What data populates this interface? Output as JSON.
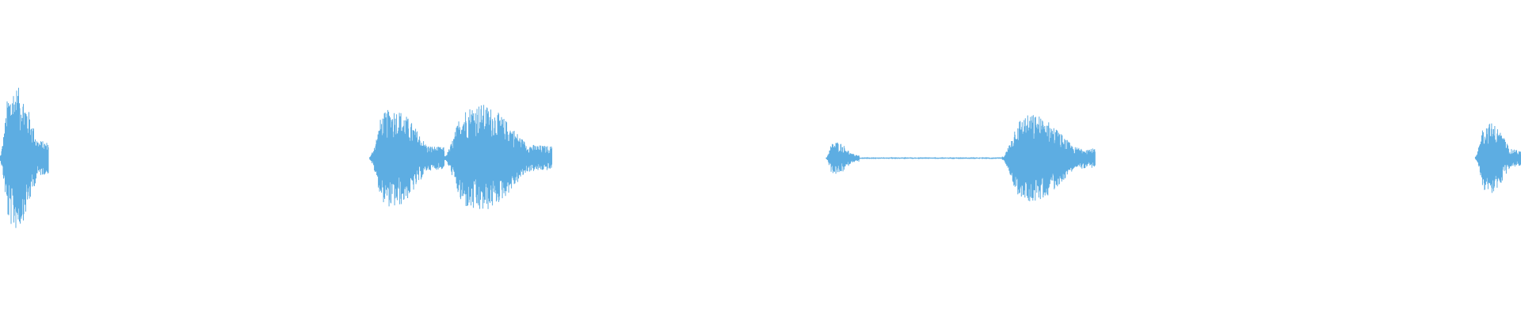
{
  "waveform": {
    "color": "#5dade2",
    "background": "#ffffff",
    "time_range_seconds": [
      0,
      100
    ],
    "amplitude_range": [
      -1,
      1
    ],
    "segments": [
      {
        "start": 0.0,
        "end": 3.2,
        "peak": 0.95
      },
      {
        "start": 24.3,
        "end": 29.2,
        "peak": 0.66
      },
      {
        "start": 29.2,
        "end": 36.3,
        "peak": 0.72
      },
      {
        "start": 54.3,
        "end": 56.5,
        "peak": 0.22
      },
      {
        "start": 56.5,
        "end": 65.9,
        "peak": 0.01
      },
      {
        "start": 65.9,
        "end": 72.0,
        "peak": 0.58
      },
      {
        "start": 97.0,
        "end": 100.0,
        "peak": 0.47
      }
    ]
  }
}
